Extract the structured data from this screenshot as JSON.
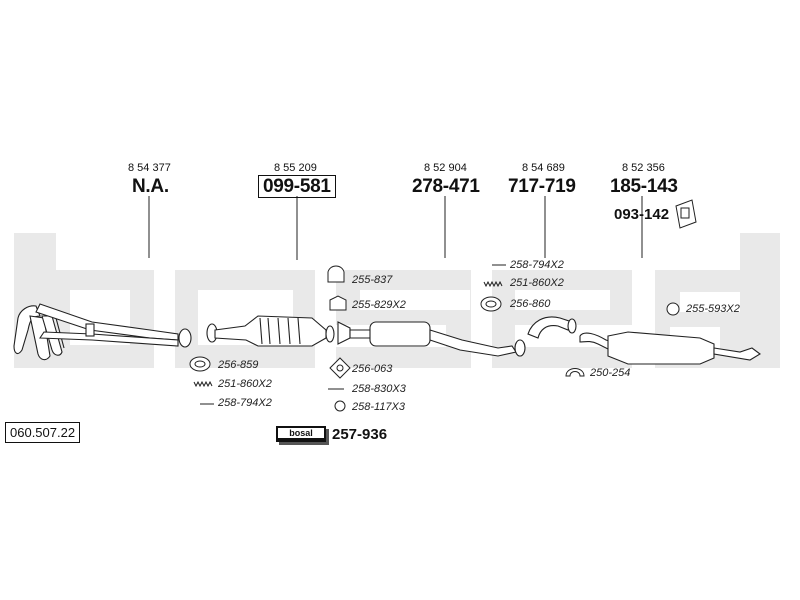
{
  "watermark_color": "#e9e9e9",
  "line_color": "#222222",
  "parts": [
    {
      "oe": "8 54 377",
      "number": "N.A.",
      "boxed": false
    },
    {
      "oe": "8 55 209",
      "number": "099-581",
      "boxed": true
    },
    {
      "oe": "8 52 904",
      "number": "278-471",
      "boxed": false
    },
    {
      "oe": "8 54 689",
      "number": "717-719",
      "boxed": false
    },
    {
      "oe": "8 52 356",
      "number": "185-143",
      "boxed": false
    }
  ],
  "sub_part": {
    "number": "093-142",
    "icon": "rubber-mount-icon"
  },
  "labels": {
    "l_255_837": "255-837",
    "l_255_829": "255-829X2",
    "l_256_859": "256-859",
    "l_251_860_left": "251-860X2",
    "l_258_794_left": "258-794X2",
    "l_256_063": "256-063",
    "l_258_830": "258-830X3",
    "l_258_117": "258-117X3",
    "l_258_794_right": "258-794X2",
    "l_251_860_right": "251-860X2",
    "l_256_860": "256-860",
    "l_255_593": "255-593X2",
    "l_250_254": "250-254"
  },
  "kit": {
    "logo_text": "bosal",
    "number": "257-936"
  },
  "reference": "060.507.22"
}
